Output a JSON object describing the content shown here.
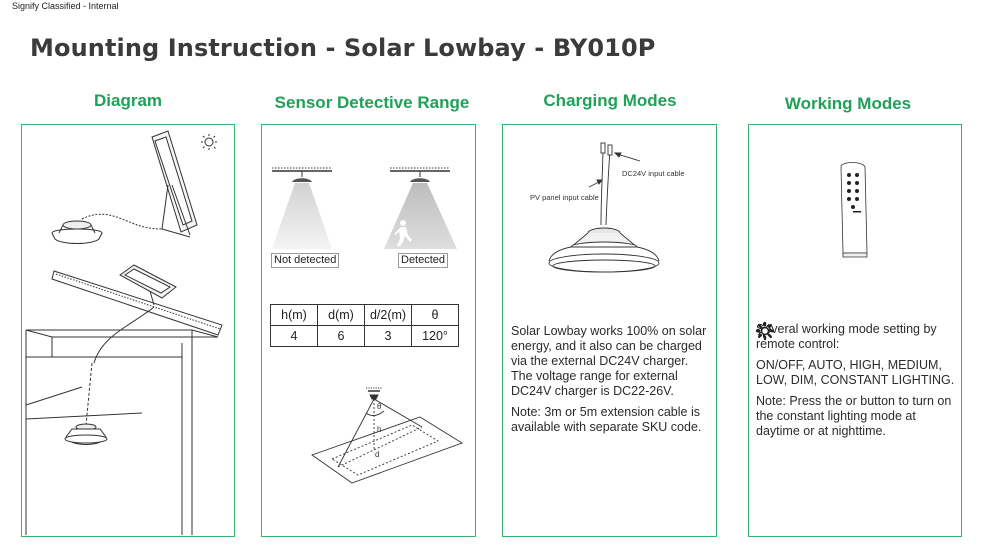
{
  "classification": "Signify Classified - Internal",
  "title": "Mounting Instruction - Solar Lowbay - BY010P",
  "columns": {
    "diagram": {
      "heading": "Diagram"
    },
    "sensor": {
      "heading": "Sensor Detective Range",
      "not_detected": "Not detected",
      "detected": "Detected",
      "table": {
        "headers": [
          "h(m)",
          "d(m)",
          "d/2(m)",
          "θ"
        ],
        "row": [
          "4",
          "6",
          "3",
          "120°"
        ]
      },
      "fig_labels": {
        "theta": "θ",
        "h": "h",
        "d": "d"
      }
    },
    "charging": {
      "heading": "Charging Modes",
      "dc_label": "DC24V input cable",
      "pv_label": "PV panel input cable",
      "paragraph1": "Solar Lowbay works 100% on solar energy, and it also can be charged via the external DC24V charger. The voltage range for external DC24V charger is DC22-26V.",
      "paragraph2": "Note: 3m or 5m extension cable is available with separate SKU code."
    },
    "working": {
      "heading": "Working Modes",
      "paragraph1": "Several working mode setting by remote control:",
      "paragraph2": "ON/OFF, AUTO, HIGH, MEDIUM, LOW, DIM, CONSTANT LIGHTING.",
      "note_prefix": "Note: Press the",
      "note_or": "or",
      "note_suffix": "button to turn on the constant lighting mode at daytime or at nighttime.",
      "icons": [
        "sun-filled-icon",
        "sun-outline-icon"
      ]
    }
  }
}
